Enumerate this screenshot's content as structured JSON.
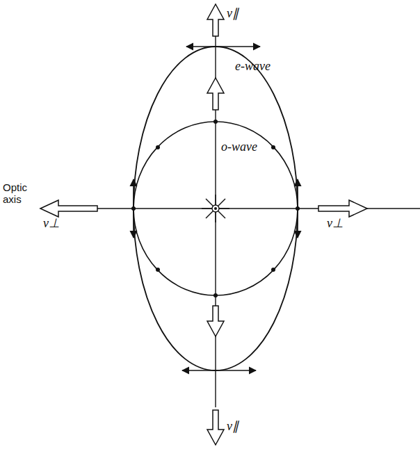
{
  "diagram": {
    "labels": [
      "v∥",
      "e-wave",
      "o-wave",
      "Optic axis",
      "v⊥",
      "v⊥",
      "v∥"
    ]
  }
}
